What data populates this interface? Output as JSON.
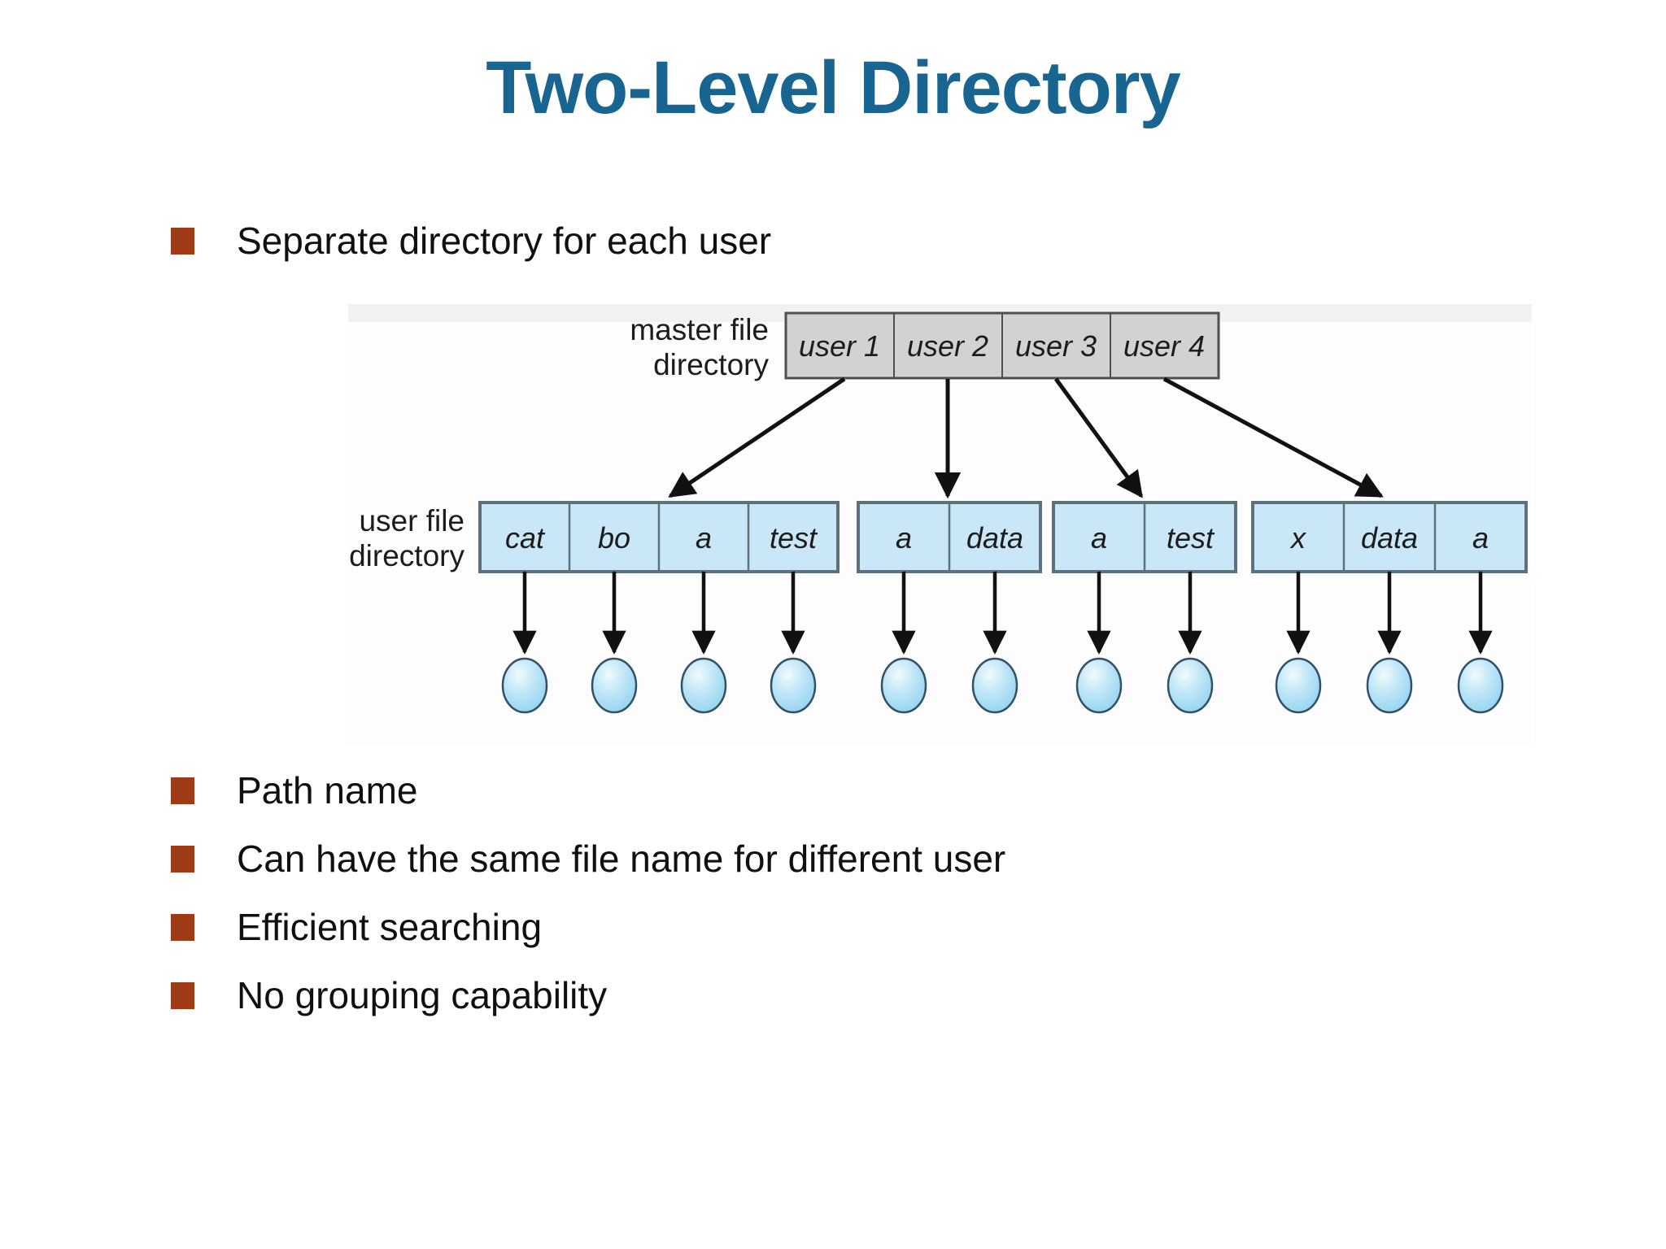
{
  "slide": {
    "title": "Two-Level Directory",
    "bullets": [
      "Separate directory for each user",
      "Path name",
      "Can have the same file name for different user",
      "Efficient searching",
      "No grouping capability"
    ]
  },
  "figure": {
    "master_label": [
      "master file",
      "directory"
    ],
    "user_label": [
      "user file",
      "directory"
    ],
    "master_cells": [
      "user 1",
      "user 2",
      "user 3",
      "user 4"
    ],
    "groups": [
      {
        "cells": [
          "cat",
          "bo",
          "a",
          "test"
        ]
      },
      {
        "cells": [
          "a",
          "data"
        ]
      },
      {
        "cells": [
          "a",
          "test"
        ]
      },
      {
        "cells": [
          "x",
          "data",
          "a"
        ]
      }
    ],
    "file_circle_count": 11,
    "colors": {
      "title": "#176590",
      "bullet_square": "#9E3A16",
      "body_text": "#101010",
      "master_fill": "#D2D2D2",
      "master_stroke": "#4F4F4F",
      "user_fill": "#C9E7F6",
      "user_stroke": "#5D707C",
      "file_fill_light": "#F0FAFE",
      "file_fill_dark": "#8ED2EF",
      "file_stroke": "#335066",
      "arrow": "#111111"
    }
  }
}
